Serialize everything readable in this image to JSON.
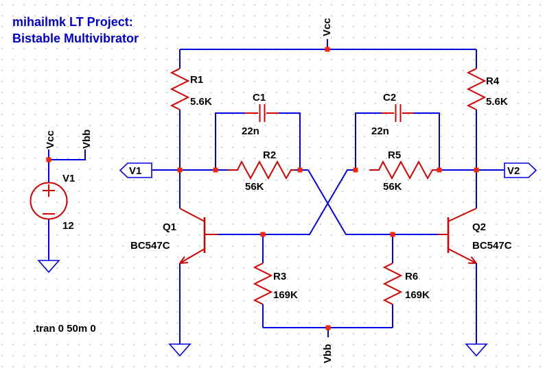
{
  "title": {
    "line1": "mihailmk LT Project:",
    "line2": "Bistable Multivibrator"
  },
  "spice_directive": ".tran 0 50m 0",
  "net_labels": {
    "vcc_top": "Vcc",
    "vbb_bottom": "Vbb",
    "vcc_source": "Vcc",
    "vbb_source": "Vbb"
  },
  "output_flags": {
    "v1": "V1",
    "v2": "V2"
  },
  "components": {
    "V1": {
      "ref": "V1",
      "value": "12"
    },
    "R1": {
      "ref": "R1",
      "value": "5.6K"
    },
    "R2": {
      "ref": "R2",
      "value": "56K"
    },
    "R3": {
      "ref": "R3",
      "value": "169K"
    },
    "R4": {
      "ref": "R4",
      "value": "5.6K"
    },
    "R5": {
      "ref": "R5",
      "value": "56K"
    },
    "R6": {
      "ref": "R6",
      "value": "169K"
    },
    "C1": {
      "ref": "C1",
      "value": "22n"
    },
    "C2": {
      "ref": "C2",
      "value": "22n"
    },
    "Q1": {
      "ref": "Q1",
      "value": "BC547C"
    },
    "Q2": {
      "ref": "Q2",
      "value": "BC547C"
    }
  },
  "colors": {
    "background": "#ffffff",
    "grid_dot": "#3c3c3c",
    "wire": "#0000e6",
    "component": "#d40000",
    "node": "#ff2400",
    "label": "#000000",
    "title": "#0000d0"
  }
}
